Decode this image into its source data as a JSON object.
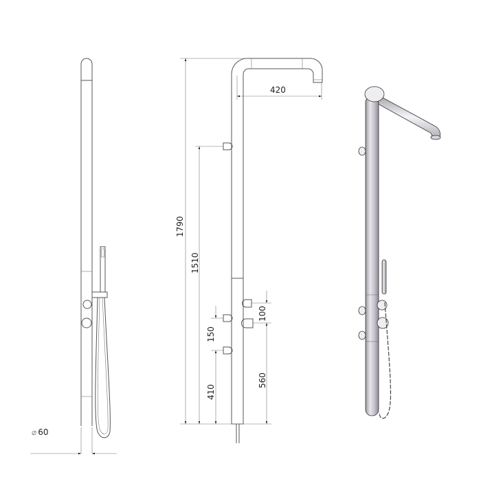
{
  "drawing": {
    "dimensions": {
      "total_height": "1790",
      "top_outlet_height": "1510",
      "lower_outlet_height": "410",
      "outlet_spacing": "150",
      "arm_reach": "420",
      "mixer_height": "560",
      "mixer_spacing": "100",
      "diameter": "60",
      "diameter_symbol": "⌀"
    },
    "views": [
      "side-view",
      "front-view",
      "isometric-view"
    ],
    "colors": {
      "line": "#555555",
      "render_body": "#c9c6cc",
      "render_highlight": "#f2f1f3"
    }
  }
}
